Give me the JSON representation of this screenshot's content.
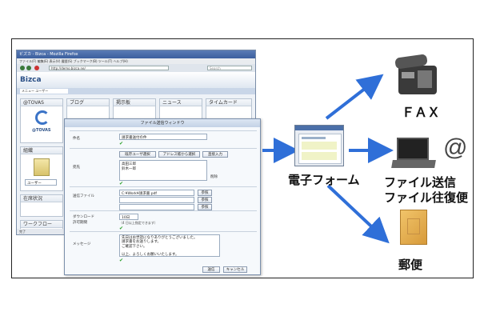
{
  "browser": {
    "title": "ビズカ - Bizca - Mozilla Firefox",
    "menu": "ファイル(F)  編集(E)  表示(V)  履歴(S)  ブックマーク(B)  ツール(T)  ヘルプ(H)",
    "address": "http://demo.bizca.ne/",
    "search_placeholder": "Search",
    "logo": "Bizca",
    "nav_tab": "メニュー  ユーザー",
    "status": "完了",
    "portlets": [
      "@TOVAS",
      "ブログ",
      "掲示板",
      "ニュース",
      "タイムカード",
      "組織",
      "シ",
      "在席状況",
      "ワークフロー"
    ],
    "tovas_caption": "@TOVAS",
    "user_select": "ユーザー"
  },
  "dialog": {
    "title": "ファイル送信ウィンドウ",
    "subject_label": "件名",
    "subject_value": "請求書送付の件",
    "to_label": "宛先",
    "to_options": [
      "既存ユーザ選択",
      "アドレス帳から選択",
      "直接入力"
    ],
    "to_values": [
      "高田三郎",
      "鈴木一郎"
    ],
    "delete_label": "削除",
    "file_label": "送信ファイル",
    "file_value": "C:¥Work¥請求書.pdf",
    "browse_label": "参照",
    "download_label": "ダウンロード",
    "period_label": "許可期間",
    "period_value": "10日",
    "period_note": "（4 日以上指定できます）",
    "message_label": "メッセージ",
    "message_lines": [
      "先日はお世話になりありがとうございました。",
      "請求書をお送りします。",
      "ご確認下さい。",
      "",
      "以上、よろしくお願いいたします。"
    ],
    "send_button": "送信",
    "cancel_button": "キャンセル"
  },
  "diagram": {
    "center_label": "電子フォーム",
    "fax_label": "ＦＡＸ",
    "file_label_1": "ファイル送信",
    "file_label_2": "ファイル往復便",
    "mail_label": "郵便",
    "at_symbol": "@",
    "arrow_color": "#2f6fd8"
  }
}
